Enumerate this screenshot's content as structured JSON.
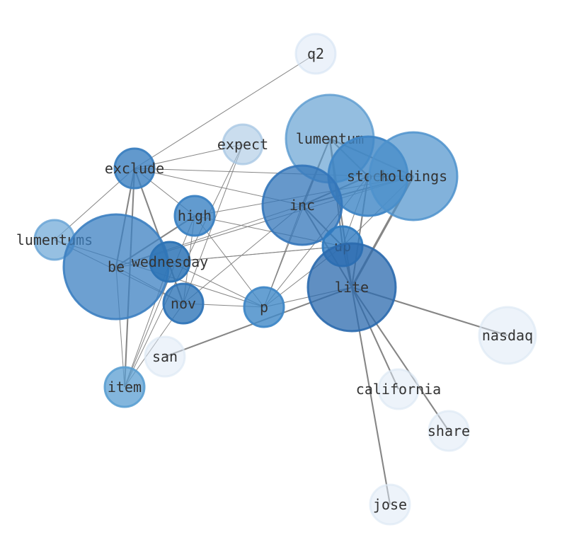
{
  "nodes": [
    {
      "id": "q2",
      "label": "q2",
      "color": "#d4e3f3",
      "opacity": 0.45
    },
    {
      "id": "lumentum",
      "label": "lumentum",
      "color": "#5b9bd0",
      "opacity": 0.65
    },
    {
      "id": "expect",
      "label": "expect",
      "color": "#a6c6e3",
      "opacity": 0.6
    },
    {
      "id": "stock",
      "label": "stock",
      "color": "#3f86c6",
      "opacity": 0.8
    },
    {
      "id": "holdings",
      "label": "holdings",
      "color": "#4d92cc",
      "opacity": 0.7
    },
    {
      "id": "exclude",
      "label": "exclude",
      "color": "#3b7fc0",
      "opacity": 0.8
    },
    {
      "id": "inc",
      "label": "inc",
      "color": "#3375ba",
      "opacity": 0.75
    },
    {
      "id": "high",
      "label": "high",
      "color": "#3b82c3",
      "opacity": 0.8
    },
    {
      "id": "lumentums",
      "label": "lumentums",
      "color": "#6aa5d6",
      "opacity": 0.7
    },
    {
      "id": "up",
      "label": "up",
      "color": "#2f7bc0",
      "opacity": 0.8
    },
    {
      "id": "be",
      "label": "be",
      "color": "#3c80c1",
      "opacity": 0.75
    },
    {
      "id": "wednesday",
      "label": "wednesday",
      "color": "#2e74b6",
      "opacity": 0.85
    },
    {
      "id": "lite",
      "label": "lite",
      "color": "#2b6aae",
      "opacity": 0.75
    },
    {
      "id": "nov",
      "label": "nov",
      "color": "#3075b8",
      "opacity": 0.8
    },
    {
      "id": "p",
      "label": "p",
      "color": "#4088c7",
      "opacity": 0.8
    },
    {
      "id": "nasdaq",
      "label": "nasdaq",
      "color": "#dce8f5",
      "opacity": 0.5
    },
    {
      "id": "san",
      "label": "san",
      "color": "#dce8f5",
      "opacity": 0.5
    },
    {
      "id": "california",
      "label": "california",
      "color": "#dce8f5",
      "opacity": 0.5
    },
    {
      "id": "item",
      "label": "item",
      "color": "#5a9ed2",
      "opacity": 0.75
    },
    {
      "id": "share",
      "label": "share",
      "color": "#dce8f5",
      "opacity": 0.5
    },
    {
      "id": "jose",
      "label": "jose",
      "color": "#dce8f5",
      "opacity": 0.5
    }
  ],
  "edges": [
    {
      "source": "q2",
      "target": "exclude",
      "weight": 1
    },
    {
      "source": "expect",
      "target": "exclude",
      "weight": 1
    },
    {
      "source": "expect",
      "target": "nov",
      "weight": 1
    },
    {
      "source": "expect",
      "target": "item",
      "weight": 1
    },
    {
      "source": "lumentum",
      "target": "inc",
      "weight": 2
    },
    {
      "source": "lumentum",
      "target": "stock",
      "weight": 2
    },
    {
      "source": "lumentum",
      "target": "holdings",
      "weight": 2
    },
    {
      "source": "lumentum",
      "target": "up",
      "weight": 2
    },
    {
      "source": "lumentum",
      "target": "lite",
      "weight": 2
    },
    {
      "source": "lumentum",
      "target": "p",
      "weight": 1
    },
    {
      "source": "stock",
      "target": "holdings",
      "weight": 2
    },
    {
      "source": "stock",
      "target": "lite",
      "weight": 2
    },
    {
      "source": "stock",
      "target": "inc",
      "weight": 2
    },
    {
      "source": "stock",
      "target": "up",
      "weight": 1
    },
    {
      "source": "stock",
      "target": "exclude",
      "weight": 1
    },
    {
      "source": "stock",
      "target": "p",
      "weight": 1
    },
    {
      "source": "holdings",
      "target": "lite",
      "weight": 3
    },
    {
      "source": "holdings",
      "target": "inc",
      "weight": 2
    },
    {
      "source": "holdings",
      "target": "high",
      "weight": 1
    },
    {
      "source": "holdings",
      "target": "be",
      "weight": 1
    },
    {
      "source": "holdings",
      "target": "up",
      "weight": 1
    },
    {
      "source": "exclude",
      "target": "lumentums",
      "weight": 1
    },
    {
      "source": "exclude",
      "target": "high",
      "weight": 1
    },
    {
      "source": "exclude",
      "target": "inc",
      "weight": 1
    },
    {
      "source": "exclude",
      "target": "nov",
      "weight": 2
    },
    {
      "source": "exclude",
      "target": "item",
      "weight": 2
    },
    {
      "source": "exclude",
      "target": "be",
      "weight": 2
    },
    {
      "source": "inc",
      "target": "up",
      "weight": 2
    },
    {
      "source": "inc",
      "target": "lite",
      "weight": 2
    },
    {
      "source": "inc",
      "target": "be",
      "weight": 1
    },
    {
      "source": "inc",
      "target": "p",
      "weight": 1
    },
    {
      "source": "inc",
      "target": "nov",
      "weight": 1
    },
    {
      "source": "high",
      "target": "up",
      "weight": 1
    },
    {
      "source": "high",
      "target": "be",
      "weight": 2
    },
    {
      "source": "high",
      "target": "p",
      "weight": 1
    },
    {
      "source": "high",
      "target": "nov",
      "weight": 1
    },
    {
      "source": "high",
      "target": "item",
      "weight": 1
    },
    {
      "source": "lumentums",
      "target": "nov",
      "weight": 1
    },
    {
      "source": "lumentums",
      "target": "p",
      "weight": 1
    },
    {
      "source": "be",
      "target": "up",
      "weight": 1
    },
    {
      "source": "be",
      "target": "item",
      "weight": 1
    },
    {
      "source": "be",
      "target": "nov",
      "weight": 1
    },
    {
      "source": "wednesday",
      "target": "up",
      "weight": 1
    },
    {
      "source": "wednesday",
      "target": "p",
      "weight": 1
    },
    {
      "source": "wednesday",
      "target": "item",
      "weight": 1
    },
    {
      "source": "up",
      "target": "p",
      "weight": 1
    },
    {
      "source": "up",
      "target": "lite",
      "weight": 2
    },
    {
      "source": "lite",
      "target": "nasdaq",
      "weight": 2
    },
    {
      "source": "lite",
      "target": "san",
      "weight": 2
    },
    {
      "source": "lite",
      "target": "california",
      "weight": 2
    },
    {
      "source": "lite",
      "target": "share",
      "weight": 2
    },
    {
      "source": "lite",
      "target": "jose",
      "weight": 2
    },
    {
      "source": "lite",
      "target": "p",
      "weight": 1
    },
    {
      "source": "nov",
      "target": "p",
      "weight": 1
    },
    {
      "source": "item",
      "target": "nov",
      "weight": 1
    }
  ],
  "colors": {
    "edge": "#808080",
    "label": "#333333"
  }
}
